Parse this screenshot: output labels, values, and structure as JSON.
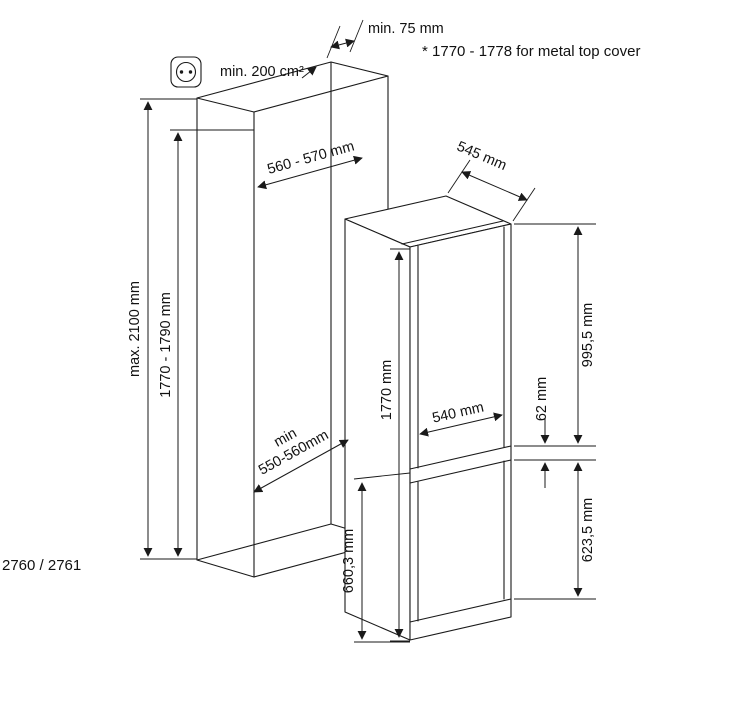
{
  "labels": {
    "min_top_gap": "min. 75 mm",
    "ventilation": "min. 200 cm²",
    "note": "*  1770 - 1778  for metal top cover",
    "niche_width": "560 - 570 mm",
    "max_height": "max. 2100 mm",
    "niche_height": "1770 - 1790 mm",
    "niche_depth_line1": "min",
    "niche_depth_line2": "550-560mm",
    "appliance_depth": "545 mm",
    "appliance_height": "1770 mm",
    "appliance_width": "540 mm",
    "upper_door_height": "995,5 mm",
    "door_gap": "62 mm",
    "lower_door_height": "623,5 mm",
    "freezer_height": "660,3 mm",
    "model": "2760 / 2761"
  },
  "icons": {
    "power_outlet": "power-outlet-icon"
  },
  "colors": {
    "line": "#1a1a1a",
    "background": "#ffffff"
  }
}
